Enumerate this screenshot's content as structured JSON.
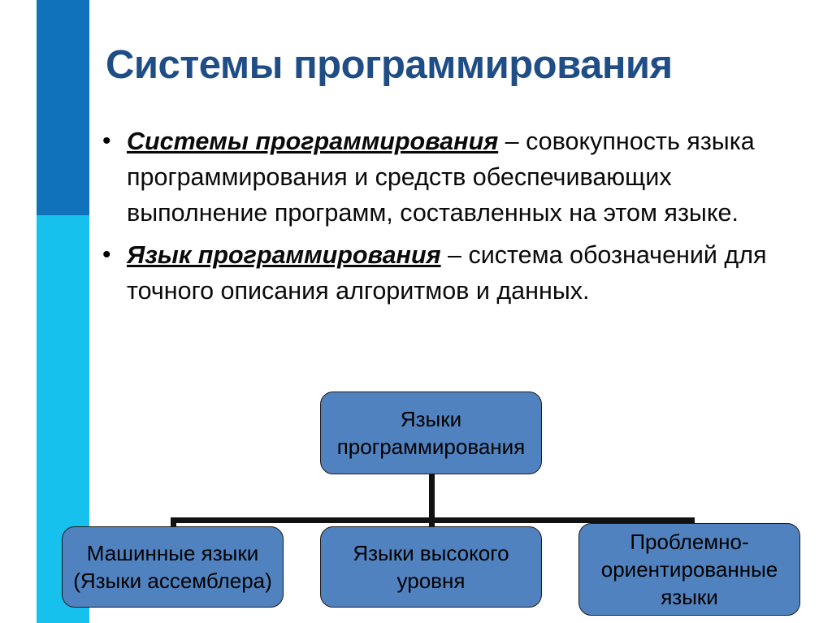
{
  "slide": {
    "title": "Системы программирования",
    "accent_dark": "#1072ba",
    "accent_light": "#17c1ee",
    "title_color": "#1f4e87",
    "node_fill": "#5182c0",
    "node_border": "#1a1a1a",
    "connector_color": "#111111"
  },
  "bullets": [
    {
      "marker": "•",
      "term": "Системы программирования",
      "rest": " – совокупность языка программирования и средств обеспечивающих выполнение программ, составленных на этом языке."
    },
    {
      "marker": "•",
      "term": "Язык программирования",
      "rest": " – система обозначений для точного описания алгоритмов и данных."
    }
  ],
  "diagram": {
    "root": {
      "label": "Языки\nпрограммирования"
    },
    "children": [
      {
        "label": "Машинные языки\n(Языки ассемблера)"
      },
      {
        "label": "Языки высокого\nуровня"
      },
      {
        "label": "Проблемно-\nориентированные\nязыки"
      }
    ]
  }
}
